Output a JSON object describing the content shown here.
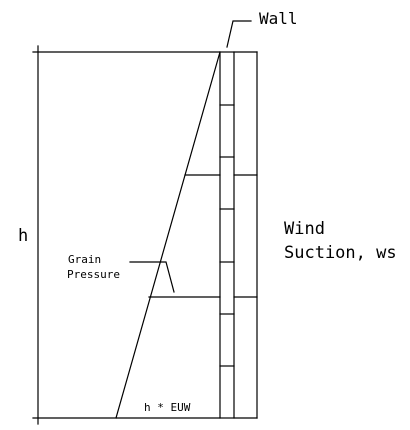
{
  "labels": {
    "wall": "Wall",
    "height": "h",
    "grain_line1": "Grain",
    "grain_line2": "Pressure",
    "base_pressure": "h * EUW",
    "wind_line1": "Wind",
    "wind_line2": "Suction, ws"
  }
}
